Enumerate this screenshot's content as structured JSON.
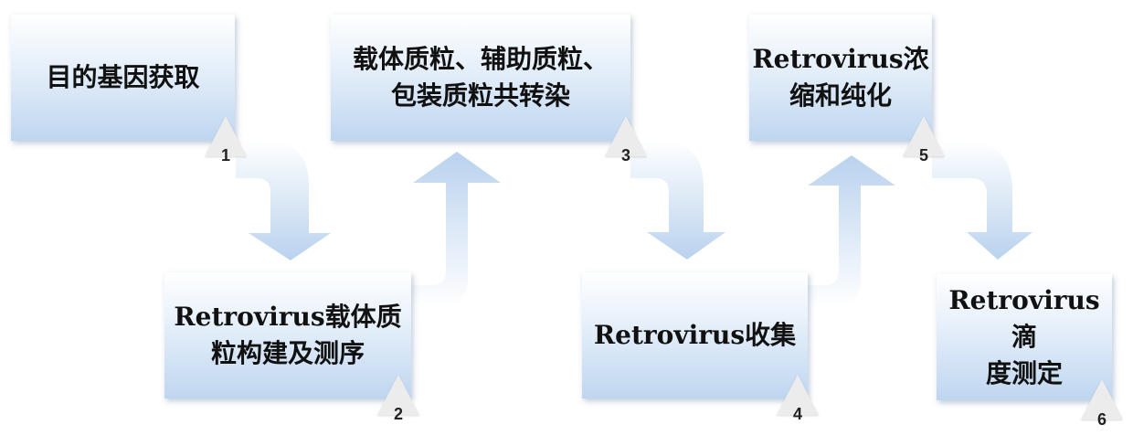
{
  "steps": [
    {
      "label": "目的基因获取",
      "num": "1"
    },
    {
      "label": "Retrovirus载体质\n粒构建及测序",
      "num": "2"
    },
    {
      "label": "载体质粒、辅助质粒、\n包装质粒共转染",
      "num": "3"
    },
    {
      "label": "Retrovirus收集",
      "num": "4"
    },
    {
      "label": "Retrovirus浓\n缩和纯化",
      "num": "5"
    },
    {
      "label": "Retrovirus滴\n度测定",
      "num": "6"
    }
  ],
  "colors": {
    "box_top": "#ffffff",
    "box_bottom": "#bfd6f0",
    "arrow_light": "#ffffff",
    "arrow_dark": "#b9d2ee",
    "badge": "#ececec"
  }
}
